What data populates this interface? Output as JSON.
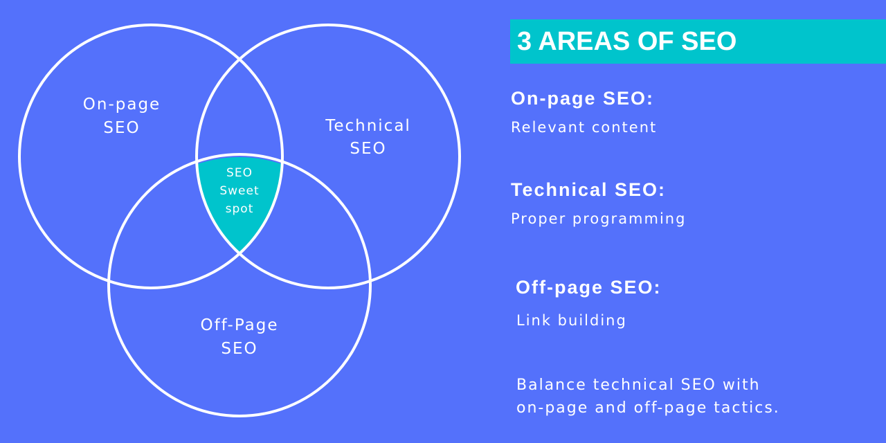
{
  "colors": {
    "background": "#5471fb",
    "accent": "#00c4cc",
    "stroke": "#ffffff"
  },
  "diagram": {
    "circles": [
      {
        "id": "on-page",
        "label_lines": [
          "On-page",
          "SEO"
        ]
      },
      {
        "id": "technical",
        "label_lines": [
          "Technical",
          "SEO"
        ]
      },
      {
        "id": "off-page",
        "label_lines": [
          "Off-Page",
          "SEO"
        ]
      }
    ],
    "sweet_spot": {
      "label_lines": [
        "SEO",
        "Sweet",
        "spot"
      ]
    }
  },
  "panel": {
    "title": "3 AREAS OF SEO",
    "areas": [
      {
        "heading": "On-page SEO:",
        "description": "Relevant content"
      },
      {
        "heading": "Technical SEO:",
        "description": "Proper programming"
      },
      {
        "heading": "Off-page SEO:",
        "description": "Link building"
      }
    ],
    "summary_lines": [
      "Balance technical SEO with",
      "on-page and off-page tactics."
    ]
  }
}
